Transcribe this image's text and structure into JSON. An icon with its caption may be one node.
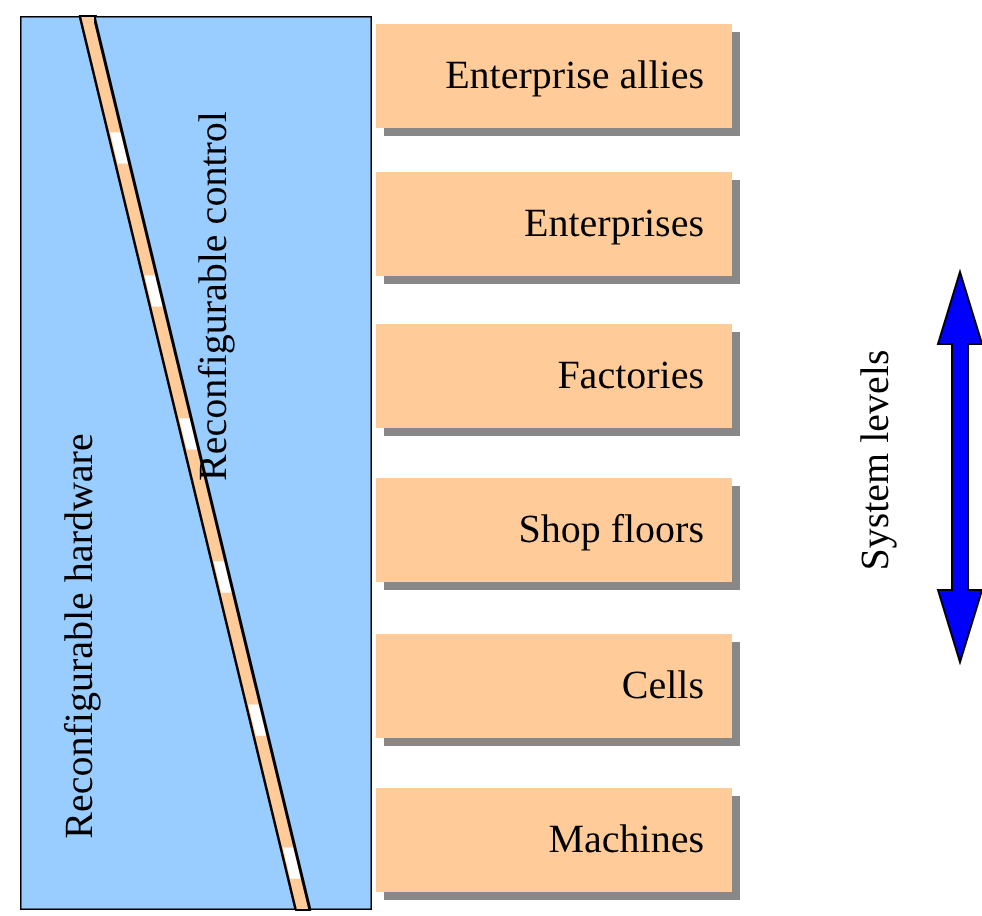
{
  "diagram": {
    "nodes": [
      {
        "text": [
          "Reconfigurable hardware"
        ]
      },
      {
        "text": [
          "Reconfigurable control"
        ]
      },
      {
        "text": [
          "Enterprise allies"
        ]
      },
      {
        "text": [
          "Enterprises"
        ]
      },
      {
        "text": [
          "Factories"
        ]
      },
      {
        "text": [
          "Shop floors"
        ]
      },
      {
        "text": [
          "Cells"
        ]
      },
      {
        "text": [
          "Machines"
        ]
      }
    ],
    "edges": [],
    "labels": [
      "System levels"
    ]
  }
}
